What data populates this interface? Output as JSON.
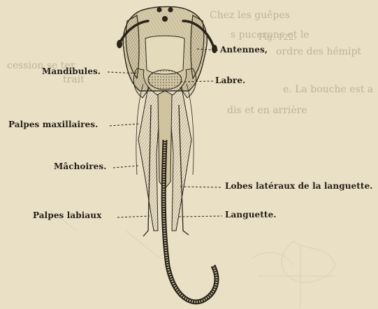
{
  "figure": {
    "labels": {
      "antennes": "Antennes,",
      "mandibules": "Mandibules.",
      "labre": "Labre.",
      "palpes_maxillaires": "Palpes maxillaires.",
      "machoires": "Mâchoires.",
      "lobes_lateraux": "Lobes latéraux de la languette.",
      "palpes_labiaux": "Palpes labiaux",
      "languette": "Languette."
    },
    "bleed_through": {
      "line1": "Chez les guêpes",
      "line2": "s pucerons et le",
      "line3": "Fig. 122.",
      "line4": "ordre des hémipt",
      "line5": "cession se ter",
      "line6": "trait",
      "line7": "e. La bouche est a",
      "line8": "dis et en arrière"
    },
    "colors": {
      "paper": "#e9e0c6",
      "ink": "#262018",
      "bleed": "#bdb398"
    }
  }
}
